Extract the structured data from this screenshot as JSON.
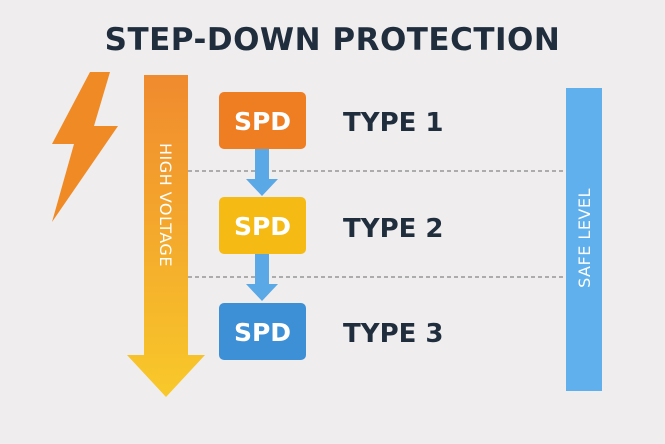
{
  "title": "STEP-DOWN PROTECTION",
  "high_voltage_label": "HIGH VOLTAGE",
  "safe_level_label": "SAFE LEVEL",
  "stages": [
    {
      "box_label": "SPD",
      "type_label": "TYPE 1",
      "color": "#ef7d22"
    },
    {
      "box_label": "SPD",
      "type_label": "TYPE 2",
      "color": "#f5bb14"
    },
    {
      "box_label": "SPD",
      "type_label": "TYPE 3",
      "color": "#3d8fd6"
    }
  ],
  "colors": {
    "lightning": "#f08a25",
    "arrow_top": "#f08a2e",
    "arrow_bottom": "#f8c92a",
    "connector": "#5aa8e6",
    "safe_bar": "#5fb0ec",
    "title": "#1f2d3d",
    "background": "#efedee"
  },
  "icons": [
    "lightning-bolt-icon",
    "down-arrow-icon"
  ]
}
